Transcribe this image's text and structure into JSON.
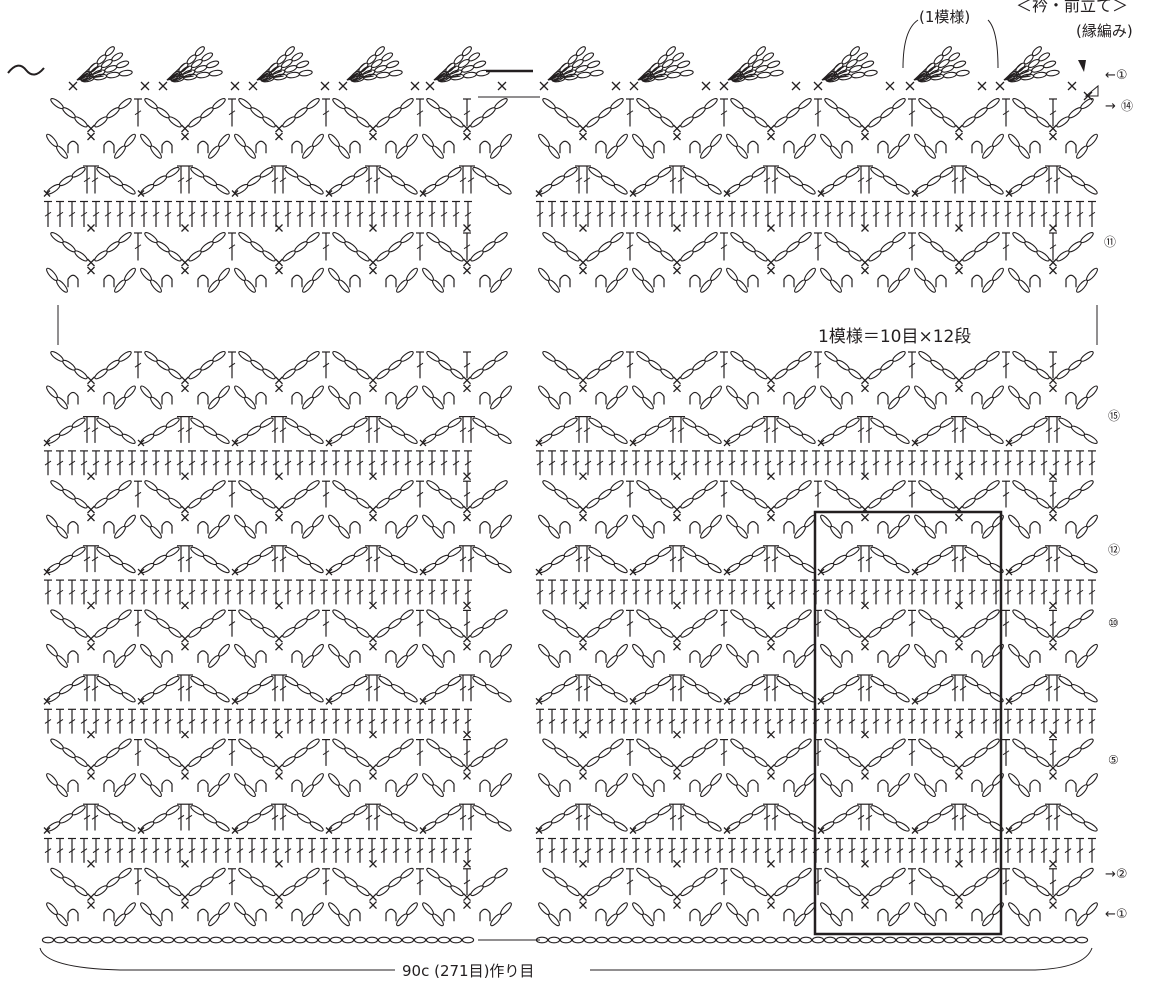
{
  "header": {
    "title": "＜衿・前立て＞",
    "subtitle": "(縁編み)",
    "pattern_label": "(1模様)"
  },
  "repeat_note": "1模様＝10目×12段",
  "foundation_note": "90c (271目)作り目",
  "row_labels": {
    "r1_edge": "←①",
    "r114_arrow": "→",
    "r114": "⑭",
    "r110": "⑪",
    "r15": "⑮",
    "r12": "⑫",
    "r10": "⑩",
    "r5": "⑤",
    "r2": "→②",
    "r1": "←①"
  },
  "symbols": {
    "chain": "chain-stitch",
    "single": "single-crochet",
    "double": "double-crochet",
    "shell": "shell-stitch"
  },
  "colors": {
    "ink": "#231f20",
    "background": "#ffffff",
    "outline": "#231f20"
  }
}
